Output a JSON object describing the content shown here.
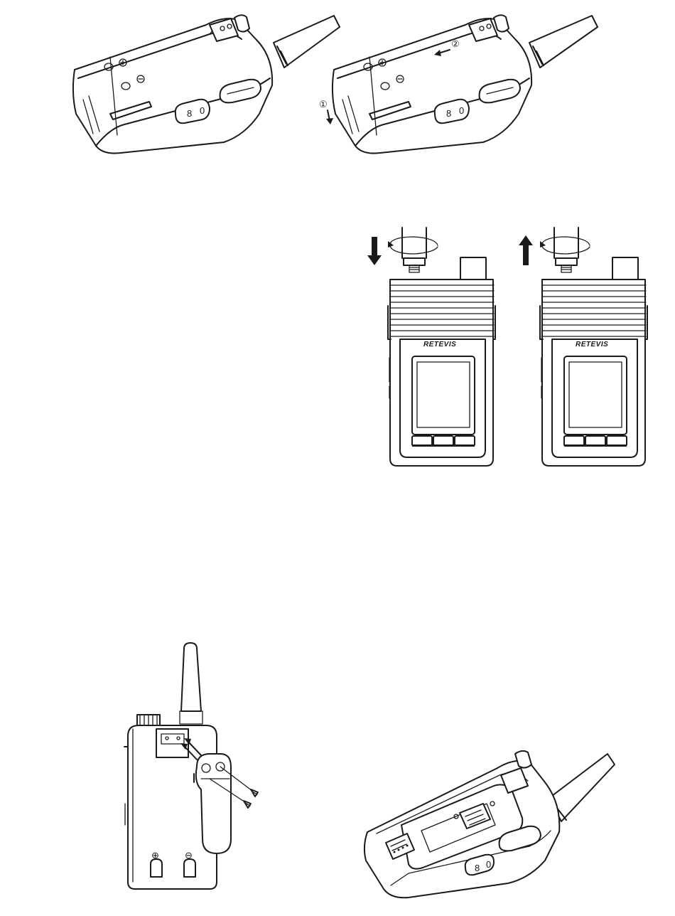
{
  "figures": {
    "radio_back_closed": {
      "key_labels": [
        "8",
        "0"
      ]
    },
    "radio_back_open_steps": {
      "step_1": "①",
      "step_2": "②",
      "key_labels": [
        "8",
        "0"
      ]
    },
    "antenna_install": {
      "brand": "RETEVIS"
    },
    "antenna_remove": {
      "brand": "RETEVIS"
    },
    "belt_clip": {
      "plus": "⊕",
      "minus": "⊖"
    },
    "battery_compartment": {
      "key_labels": [
        "8",
        "0"
      ]
    }
  }
}
